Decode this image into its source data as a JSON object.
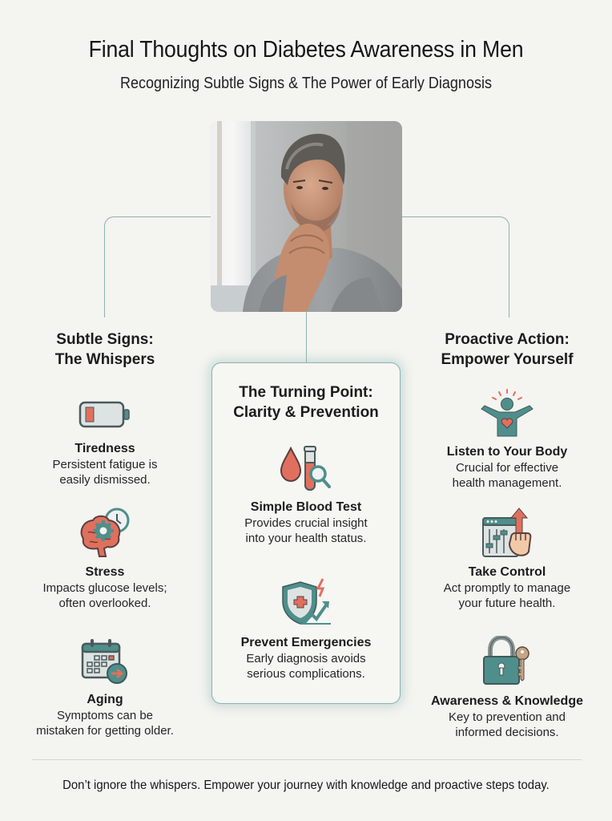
{
  "header": {
    "title": "Final Thoughts on Diabetes Awareness in Men",
    "subtitle": "Recognizing Subtle Signs & The Power of Early Diagnosis"
  },
  "hero_image": {
    "description": "Pensive middle-aged man resting chin on clasped hands by a window",
    "icon": "photo-man-thinking"
  },
  "colors": {
    "background": "#f4f4f0",
    "teal": "#4f8f8b",
    "coral": "#e0705e",
    "connector": "#8fb2b2",
    "icon_fill_light": "#dde3e3"
  },
  "left_column": {
    "heading_line1": "Subtle Signs:",
    "heading_line2": "The Whispers",
    "items": [
      {
        "icon": "low-battery-icon",
        "title": "Tiredness",
        "desc_line1": "Persistent fatigue is",
        "desc_line2": "easily dismissed."
      },
      {
        "icon": "brain-gear-clock-icon",
        "title": "Stress",
        "desc_line1": "Impacts glucose levels;",
        "desc_line2": "often overlooked."
      },
      {
        "icon": "calendar-arrow-icon",
        "title": "Aging",
        "desc_line1": "Symptoms can be",
        "desc_line2": "mistaken for getting older."
      }
    ]
  },
  "center_card": {
    "heading_line1": "The Turning Point:",
    "heading_line2": "Clarity & Prevention",
    "items": [
      {
        "icon": "blood-drop-test-tube-icon",
        "title": "Simple Blood Test",
        "desc_line1": "Provides crucial insight",
        "desc_line2": "into your health status."
      },
      {
        "icon": "shield-medical-arrow-icon",
        "title": "Prevent Emergencies",
        "desc_line1": "Early diagnosis avoids",
        "desc_line2": "serious complications."
      }
    ]
  },
  "right_column": {
    "heading_line1": "Proactive Action:",
    "heading_line2": "Empower Yourself",
    "items": [
      {
        "icon": "person-heart-icon",
        "title": "Listen to Your Body",
        "desc_line1": "Crucial for effective",
        "desc_line2": "health management."
      },
      {
        "icon": "control-panel-fist-icon",
        "title": "Take Control",
        "desc_line1": "Act promptly to manage",
        "desc_line2": "your future health."
      },
      {
        "icon": "lock-key-icon",
        "title": "Awareness & Knowledge",
        "desc_line1": "Key to prevention and",
        "desc_line2": "informed decisions."
      }
    ]
  },
  "footer": {
    "text": "Don’t ignore the whispers. Empower your journey with knowledge and proactive steps today."
  }
}
